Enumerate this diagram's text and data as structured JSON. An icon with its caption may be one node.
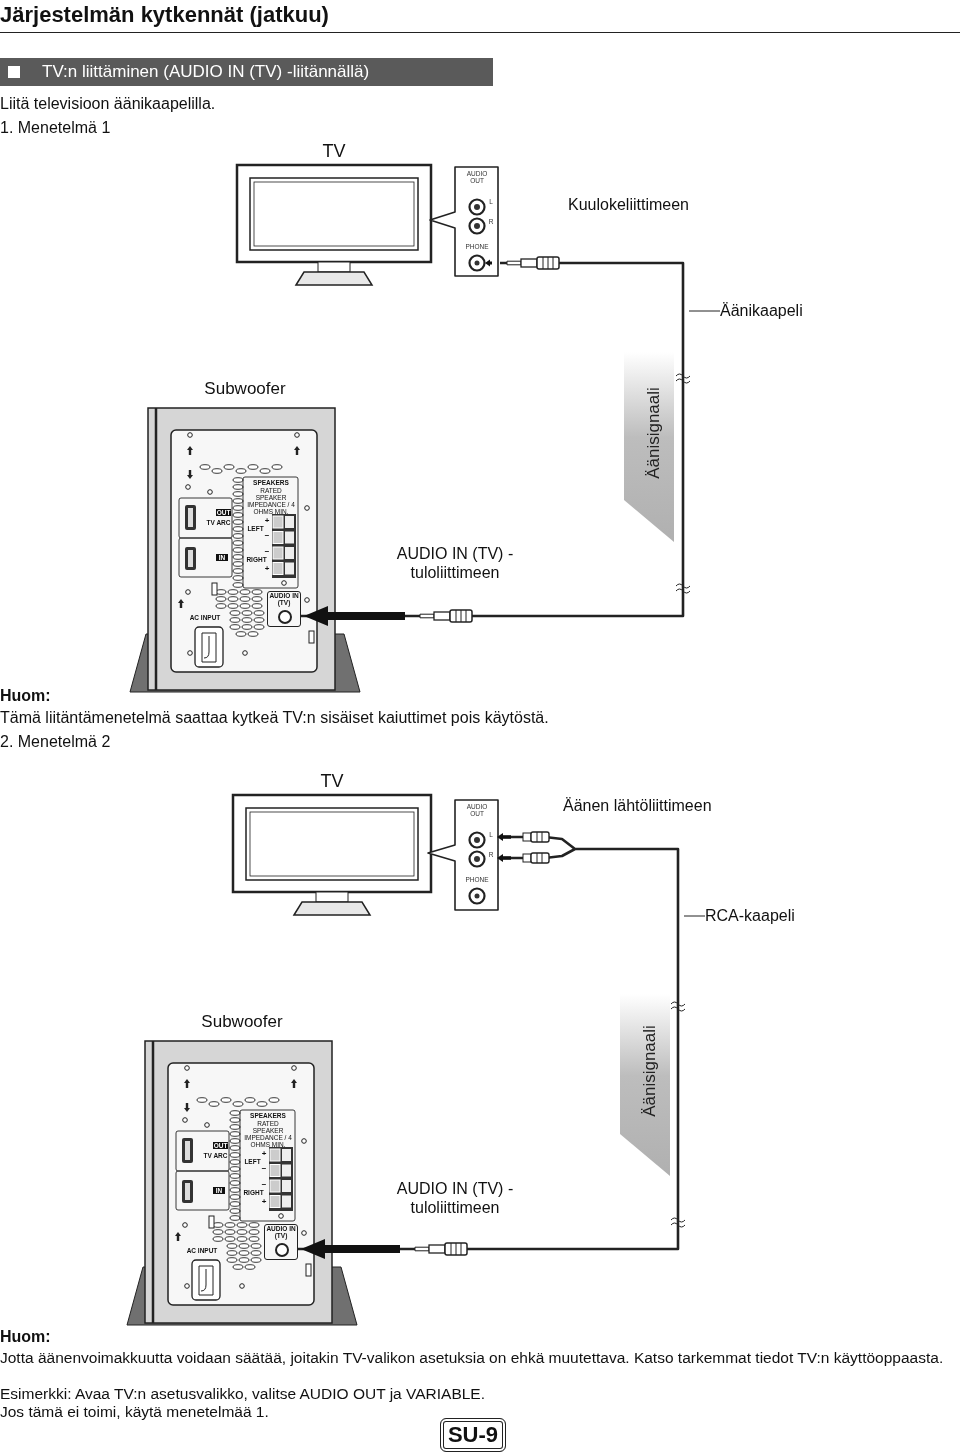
{
  "diagram": {
    "title": "Järjestelmän kytkennät (jatkuu)",
    "nodes": [
      {
        "text": [
          "TV:n liittäminen (AUDIO IN (TV) -liitännällä)"
        ]
      },
      {
        "text": [
          "TV"
        ]
      },
      {
        "text": [
          "AUDIO OUT",
          "L",
          "R",
          "PHONE"
        ]
      },
      {
        "text": [
          "Subwoofer"
        ]
      },
      {
        "text": [
          "AUDIO IN (TV)"
        ],
        "in": 3
      },
      {
        "text": [
          "Äänisignaali"
        ]
      },
      {
        "text": [
          "Äänikaapeli"
        ]
      },
      {
        "text": [
          "TV"
        ]
      },
      {
        "text": [
          "AUDIO OUT",
          "L",
          "R",
          "PHONE"
        ]
      },
      {
        "text": [
          "Subwoofer"
        ]
      },
      {
        "text": [
          "AUDIO IN (TV)"
        ],
        "in": 9
      },
      {
        "text": [
          "Äänisignaali"
        ]
      },
      {
        "text": [
          "RCA-kaapeli"
        ]
      },
      {
        "text": [
          "SU-9"
        ]
      }
    ],
    "edges": [
      {
        "from": 2,
        "to": 4,
        "arrow": "none"
      },
      {
        "from": 6,
        "to": null,
        "arrow": "none"
      },
      {
        "from": 8,
        "to": 10,
        "arrow": "none"
      },
      {
        "from": 12,
        "to": null,
        "arrow": "none"
      }
    ],
    "labels": [
      "Liitä televisioon äänikaapelilla.",
      "1. Menetelmä 1",
      "Kuulokeliittimeen",
      "SPEAKERS",
      "RATED SPEAKER IMPEDANCE / 4 OHMS MIN.",
      "OUT",
      "TV ARC",
      "+",
      "LEFT",
      "−",
      "−",
      "IN",
      "RIGHT",
      "+",
      "AC INPUT",
      "AUDIO IN (TV) - tuloliittimeen",
      "Huom:",
      "Tämä liitäntämenetelmä saattaa kytkeä TV:n sisäiset kaiuttimet pois käytöstä.",
      "2. Menetelmä 2",
      "Äänen lähtöliittimeen",
      "SPEAKERS",
      "RATED SPEAKER IMPEDANCE / 4 OHMS MIN.",
      "OUT",
      "TV ARC",
      "+",
      "LEFT",
      "−",
      "−",
      "IN",
      "RIGHT",
      "+",
      "AC INPUT",
      "AUDIO IN (TV) - tuloliittimeen",
      "Huom:",
      "Jotta äänenvoimakkuutta voidaan säätää, joitakin TV-valikon asetuksia on ehkä muutettava. Katso tarkemmat tiedot TV:n käyttöoppaasta.",
      "Esimerkki: Avaa TV:n asetusvalikko, valitse AUDIO OUT ja VARIABLE.",
      "Jos tämä ei toimi, käytä menetelmää 1."
    ]
  }
}
